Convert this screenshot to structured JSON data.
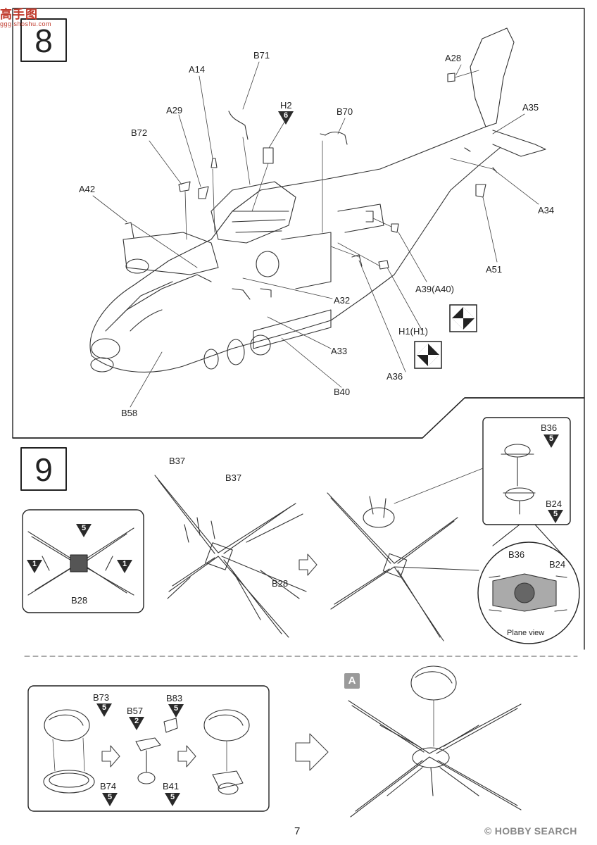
{
  "site_logo": {
    "chinese": "高手图",
    "url": "ggg.shoshu.com"
  },
  "step8": {
    "number": "8",
    "labels": {
      "b71": "B71",
      "a14": "A14",
      "h2": "H2",
      "h2_badge": "6",
      "b70": "B70",
      "a28": "A28",
      "a29": "A29",
      "b72": "B72",
      "a35": "A35",
      "a42": "A42",
      "a34": "A34",
      "a51": "A51",
      "a39": "A39(A40)",
      "a32": "A32",
      "h1": "H1(H1)",
      "a33": "A33",
      "a36": "A36",
      "b40": "B40",
      "b58": "B58"
    }
  },
  "step9": {
    "number": "9",
    "labels": {
      "b37_a": "B37",
      "b37_b": "B37",
      "b28_detail": "B28",
      "b28_main": "B28",
      "badge_top": "5",
      "badge_left": "1",
      "badge_right": "1",
      "b36_inset": "B36",
      "b36_badge": "5",
      "b24_inset": "B24",
      "b24_badge": "5",
      "b36_plane": "B36",
      "b24_plane": "B24",
      "plane_view": "Plane view"
    }
  },
  "substep": {
    "b73": "B73",
    "b73_badge": "5",
    "b57": "B57",
    "b57_badge": "2",
    "b83": "B83",
    "b83_badge": "5",
    "b74": "B74",
    "b74_badge": "5",
    "b41": "B41",
    "b41_badge": "5",
    "marker_a": "A"
  },
  "footer": {
    "page_number": "7",
    "watermark": "© HOBBY SEARCH"
  }
}
